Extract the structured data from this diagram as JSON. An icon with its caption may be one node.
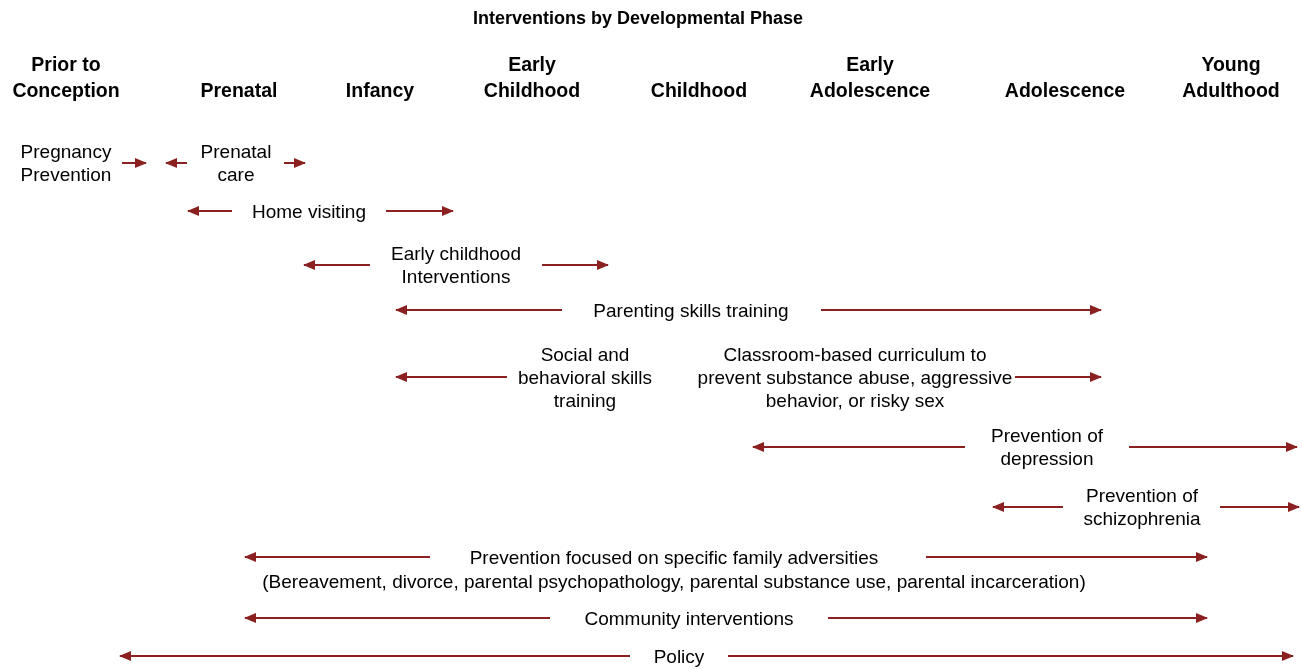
{
  "diagram": {
    "title": "Interventions by Developmental Phase",
    "labels": [
      "Prior to Conception",
      "Prenatal",
      "Infancy",
      "Early Childhood",
      "Childhood",
      "Early Adolescence",
      "Adolescence",
      "Young Adulthood",
      "Pregnancy Prevention",
      "Prenatal care",
      "Home visiting",
      "Early childhood Interventions",
      "Parenting skills training",
      "Social and behavioral skills training",
      "Classroom-based curriculum to prevent substance abuse, aggressive behavior, or risky sex",
      "Prevention of depression",
      "Prevention of schizophrenia",
      "Prevention focused on specific family adversities",
      "(Bereavement, divorce, parental psychopathology, parental substance use, parental incarceration)",
      "Community interventions",
      "Policy"
    ]
  }
}
